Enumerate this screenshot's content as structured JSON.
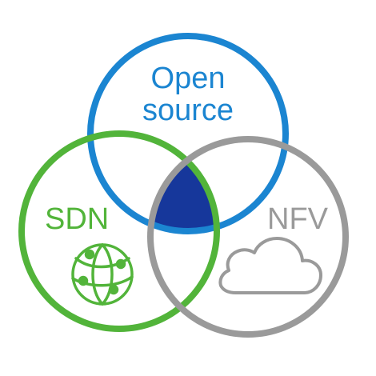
{
  "diagram": {
    "type": "venn",
    "sets": [
      {
        "id": "open-source",
        "label_lines": [
          "Open",
          "source"
        ],
        "color": "#1b85d1"
      },
      {
        "id": "sdn",
        "label": "SDN",
        "color": "#52b43a",
        "icon": "globe-network-icon"
      },
      {
        "id": "nfv",
        "label": "NFV",
        "color": "#9a9a9a",
        "icon": "cloud-icon"
      }
    ],
    "intersection_fill": "#16379b"
  }
}
